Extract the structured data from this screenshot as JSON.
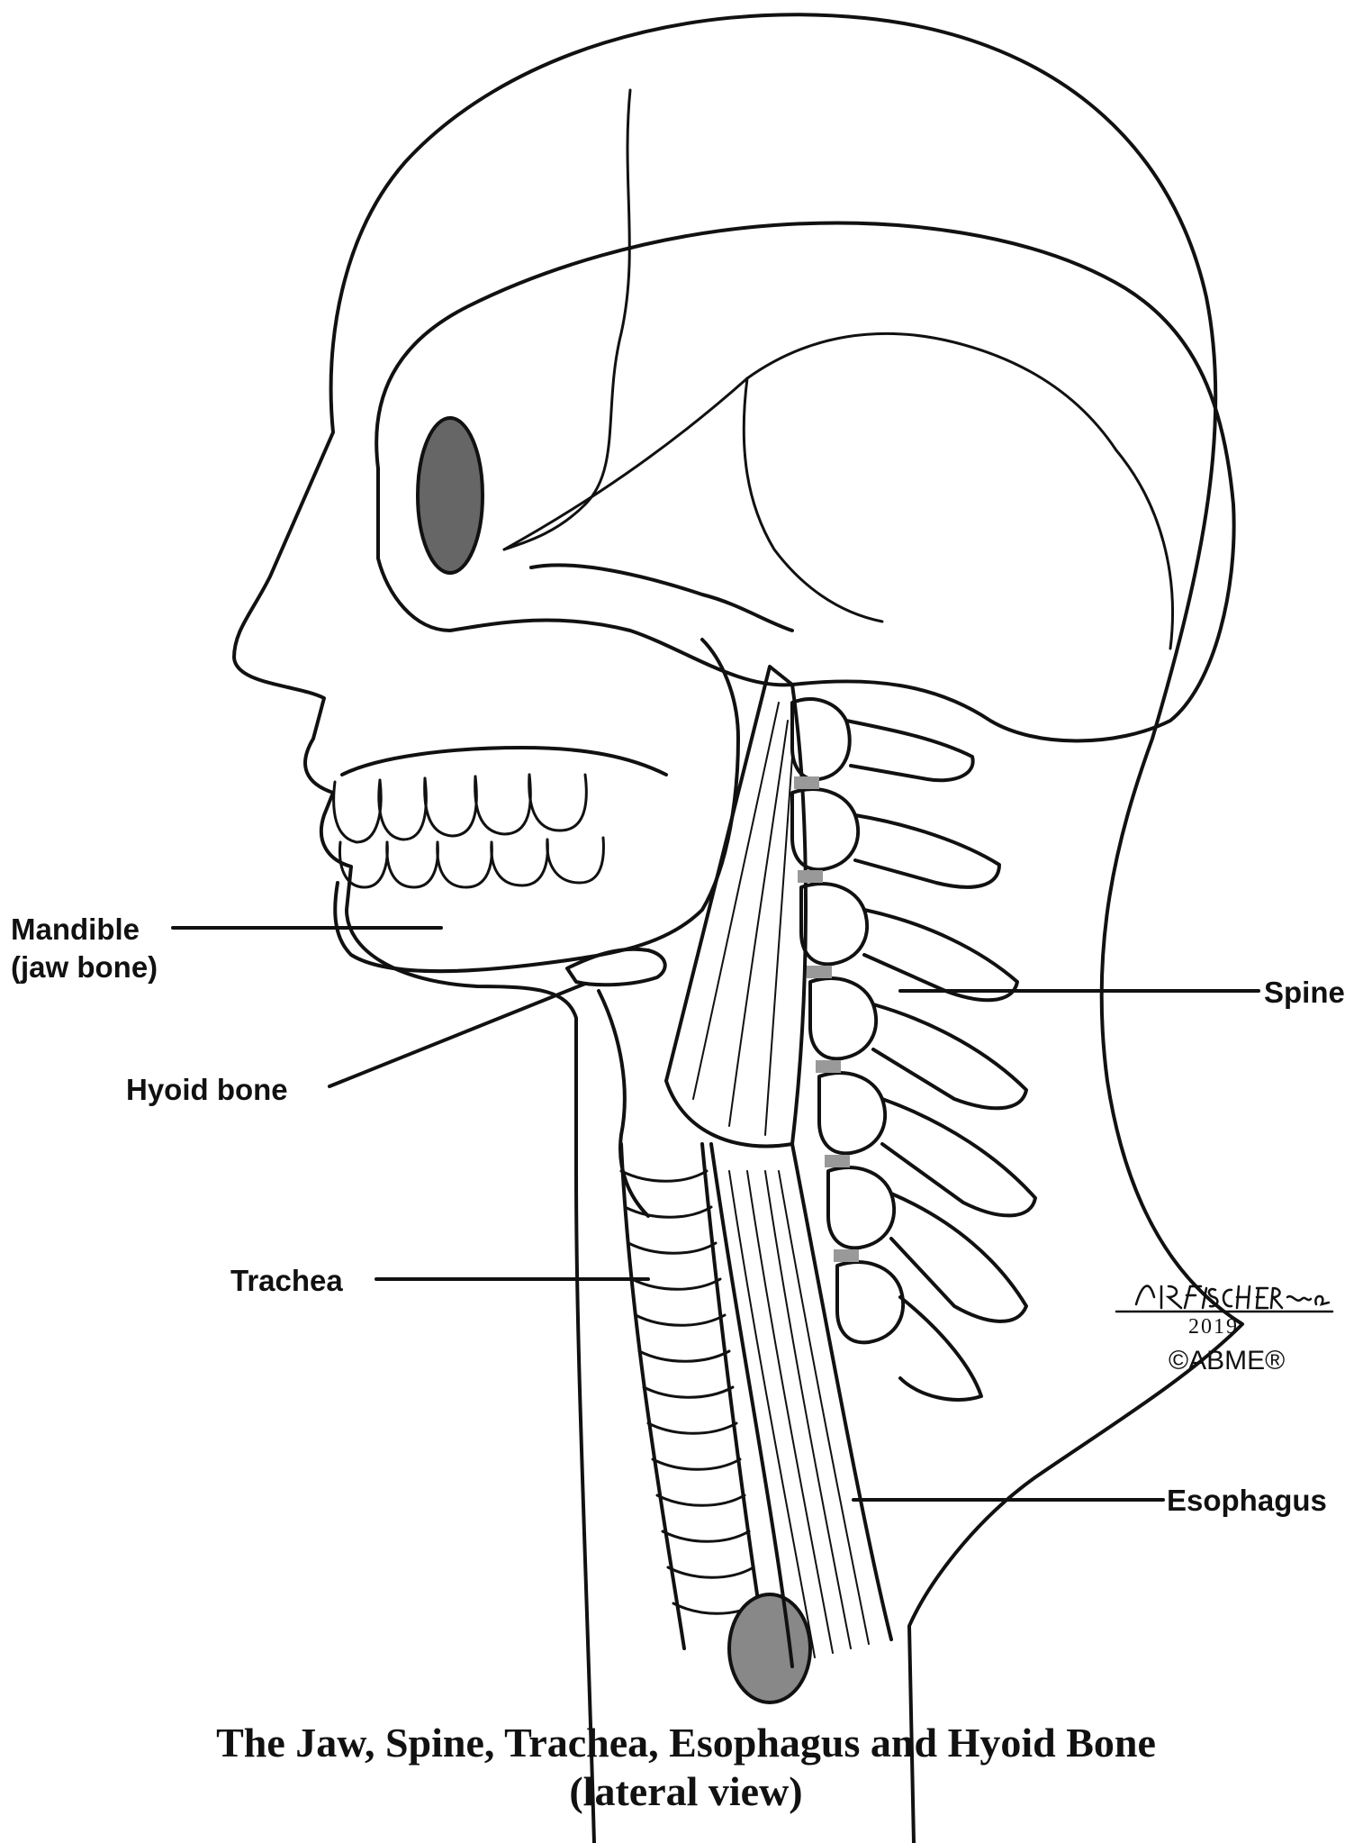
{
  "labels": {
    "mandible": "Mandible",
    "mandible_sub": "(jaw bone)",
    "hyoid": "Hyoid bone",
    "trachea": "Trachea",
    "spine": "Spine",
    "esophagus": "Esophagus"
  },
  "caption": {
    "line1": "The Jaw, Spine, Trachea, Esophagus and Hyoid Bone",
    "line2": "(lateral view)"
  },
  "credit": {
    "year": "2019",
    "copyright": "©ABME®"
  },
  "colors": {
    "ink": "#111111",
    "shade": "#999999",
    "paper": "#ffffff"
  }
}
